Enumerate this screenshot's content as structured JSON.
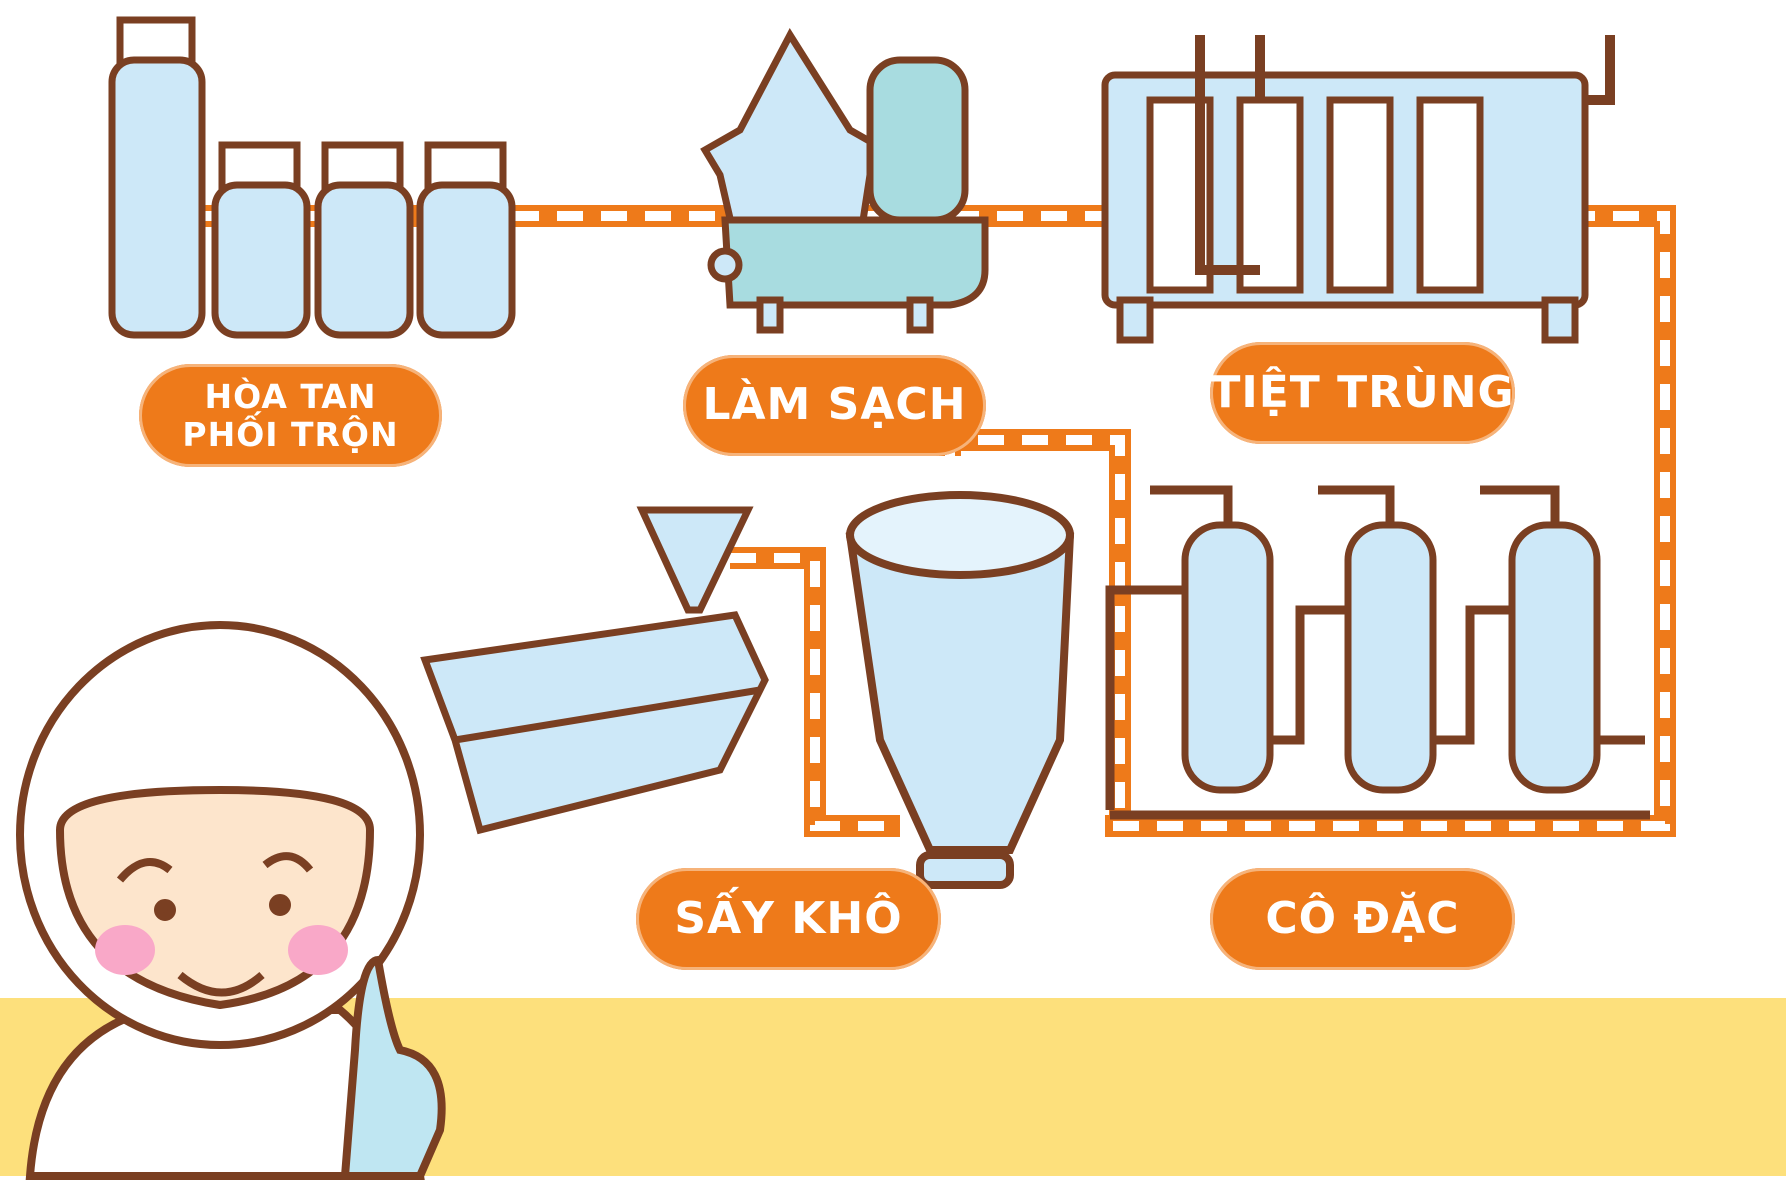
{
  "steps": {
    "mixing": {
      "line1": "HÒA TAN",
      "line2": "PHỐI TRỘN"
    },
    "cleaning": "LÀM SẠCH",
    "sterilizing": "TIỆT TRÙNG",
    "drying": "SẤY KHÔ",
    "concentrating": "CÔ ĐẶC"
  },
  "colors": {
    "accent": "#EE7A1A",
    "outline": "#7A3F22",
    "equipment": "#CDE8F8",
    "floor": "#FDE07C",
    "cheek": "#F9A8C8"
  }
}
